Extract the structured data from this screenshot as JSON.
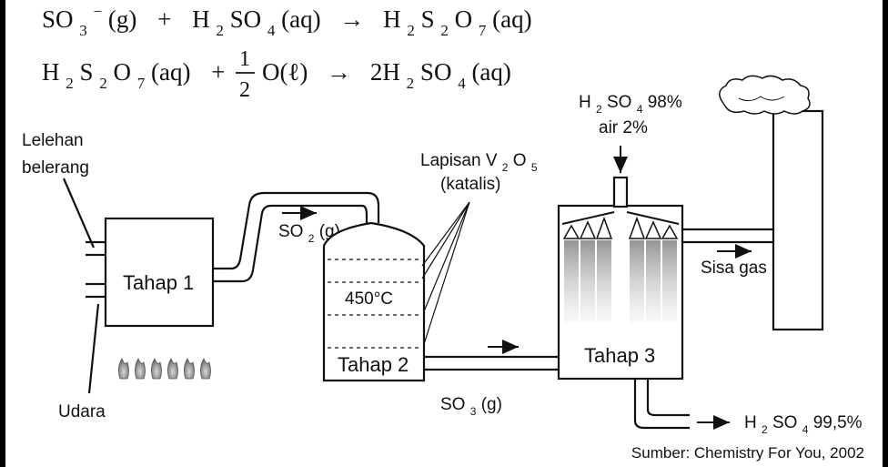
{
  "equations": {
    "eq1": {
      "s1": "SO",
      "s2": "3",
      "s3": "−",
      "s4": "(g)",
      "op": "+",
      "s5": "H",
      "s6": "2",
      "s7": "SO",
      "s8": "4",
      "s9": "(aq)",
      "arrow": "→",
      "s10": "H",
      "s11": "2",
      "s12": "S",
      "s13": "2",
      "s14": "O",
      "s15": "7",
      "s16": "(aq)"
    },
    "eq2": {
      "s1": "H",
      "s2": "2",
      "s3": "S",
      "s4": "2",
      "s5": "O",
      "s6": "7",
      "s7": "(aq)",
      "op": "+",
      "num": "1",
      "den": "2",
      "s8": "O(ℓ)",
      "arrow": "→",
      "s9": "2H",
      "s10": "2",
      "s11": "SO",
      "s12": "4",
      "s13": "(aq)"
    }
  },
  "labels": {
    "lelehan": "Lelehan",
    "belerang": "belerang",
    "udara": "Udara",
    "tahap1": "Tahap 1",
    "so2_main": "SO",
    "so2_sub": "2",
    "so2_state": "(g)",
    "temp": "450°C",
    "tahap2": "Tahap 2",
    "lapisan_main": "Lapisan V",
    "lapisan_sub1": "2",
    "lapisan_o": "O",
    "lapisan_sub2": "5",
    "katalis": "(katalis)",
    "so3_main": "SO",
    "so3_sub": "3",
    "so3_state": " (g)",
    "h2so4_in_h": "H",
    "h2so4_in_sub1": "2",
    "h2so4_in_so": "SO",
    "h2so4_in_sub2": "4",
    "h2so4_in_pct": " 98%",
    "air": "air 2%",
    "tahap3": "Tahap 3",
    "sisa_gas": "Sisa gas",
    "h2so4_out_h": "H",
    "h2so4_out_sub1": "2",
    "h2so4_out_so": "SO",
    "h2so4_out_sub2": "4",
    "h2so4_out_pct": " 99,5%"
  },
  "source": "Sumber: Chemistry For You, 2002",
  "colors": {
    "background": "#000000",
    "canvas": "#ffffff",
    "ink": "#111111",
    "flame": "#8a8a8a",
    "spray": "#9a9a9a"
  }
}
